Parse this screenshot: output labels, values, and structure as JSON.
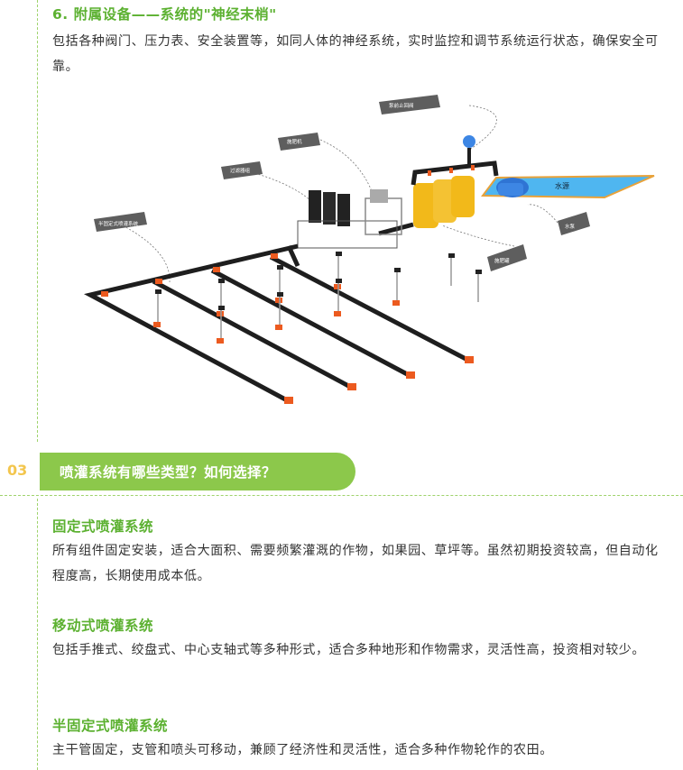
{
  "section6": {
    "title": "6. 附属设备——系统的\"神经末梢\"",
    "text": "包括各种阀门、压力表、安全装置等，如同人体的神经系统，实时监控和调节系统运行状态，确保安全可靠。"
  },
  "diagram": {
    "labels": {
      "valve": "泵前止回阀",
      "filter_unit": "施肥机",
      "filter": "过滤器组",
      "sprinkler": "半固定式喷灌系统",
      "water_source": "水源",
      "pump": "水泵",
      "tank": "施肥罐"
    },
    "colors": {
      "pipe": "#1e1e1e",
      "fitting": "#ec5a1f",
      "tank": "#f2b91a",
      "water": "#4fb6f0",
      "pump": "#2f74d4"
    }
  },
  "banner": {
    "number": "03",
    "title": "喷灌系统有哪些类型？如何选择？"
  },
  "types": [
    {
      "title": "固定式喷灌系统",
      "text": "所有组件固定安装，适合大面积、需要频繁灌溉的作物，如果园、草坪等。虽然初期投资较高，但自动化程度高，长期使用成本低。"
    },
    {
      "title": "移动式喷灌系统",
      "text": "包括手推式、绞盘式、中心支轴式等多种形式，适合多种地形和作物需求，灵活性高，投资相对较少。"
    },
    {
      "title": "半固定式喷灌系统",
      "text": "主干管固定，支管和喷头可移动，兼顾了经济性和灵活性，适合多种作物轮作的农田。"
    }
  ]
}
